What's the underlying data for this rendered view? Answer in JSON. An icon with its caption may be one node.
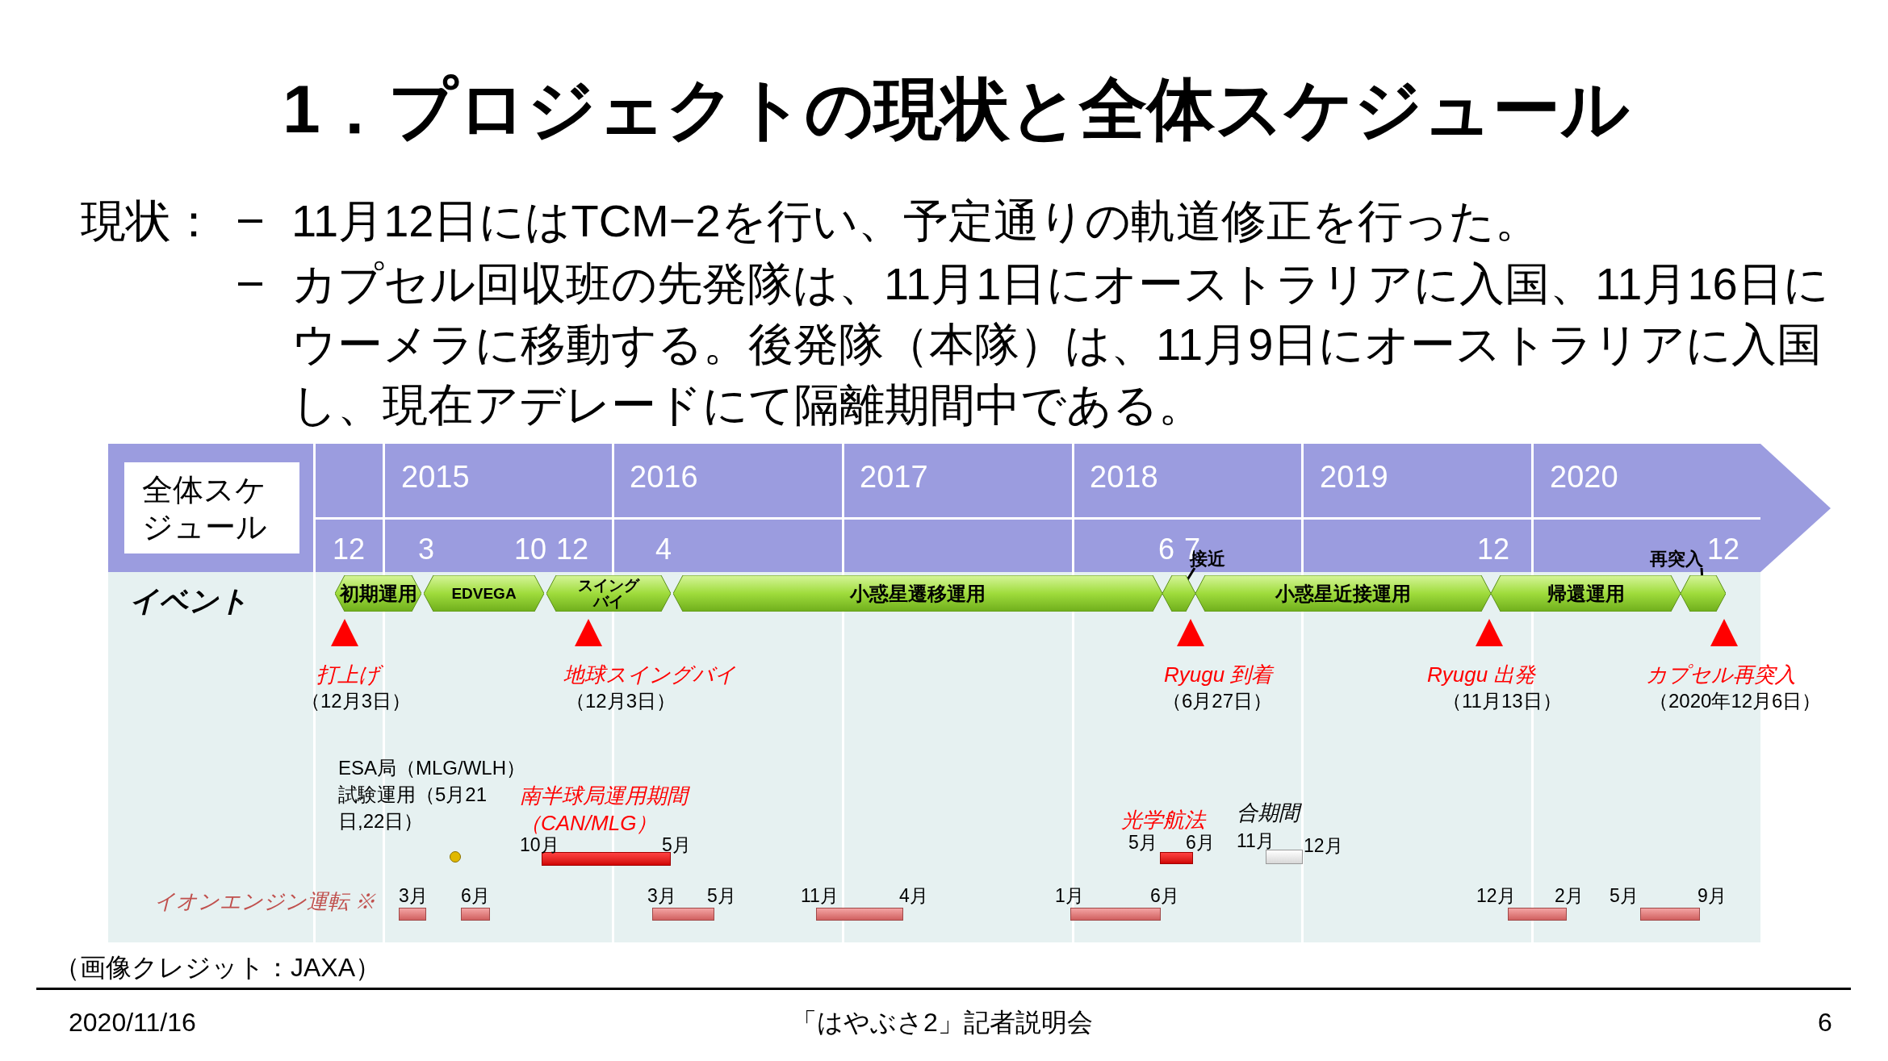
{
  "diagram": {
    "title": "1．プロジェクトの現状と全体スケジュール",
    "nodes": [
      {
        "text": [
          "全体スケジュール"
        ]
      },
      {
        "text": [
          "初期運用"
        ]
      },
      {
        "text": [
          "EDVEGA"
        ]
      },
      {
        "text": [
          "スイングバイ"
        ]
      },
      {
        "text": [
          "小惑星遷移運用"
        ]
      },
      {
        "text": [],
        "shape": "chevron"
      },
      {
        "text": [
          "小惑星近接運用"
        ]
      },
      {
        "text": [
          "帰還運用"
        ]
      },
      {
        "text": [],
        "shape": "chevron"
      },
      {
        "text": [
          "接近"
        ]
      },
      {
        "text": [
          "再突入"
        ]
      },
      {
        "text": [],
        "shape": "bar"
      },
      {
        "text": [],
        "shape": "bar"
      },
      {
        "text": [],
        "shape": "bar"
      },
      {
        "text": [],
        "shape": "bar"
      },
      {
        "text": [],
        "shape": "bar"
      },
      {
        "text": [],
        "shape": "bar"
      },
      {
        "text": [],
        "shape": "bar"
      },
      {
        "text": [],
        "shape": "bar"
      },
      {
        "text": [],
        "shape": "bar"
      },
      {
        "text": [],
        "shape": "bar"
      }
    ],
    "edges": [
      {
        "from": 9,
        "to": 5,
        "arrow": "none"
      },
      {
        "from": 10,
        "to": 8,
        "arrow": "none"
      }
    ],
    "labels": [
      "現状：",
      "11月12日にはTCM−2を行い、予定通りの軌道修正を行った。",
      "カプセル回収班の先発隊は、11月1日にオーストラリアに入国、11月16日にウーメラに移動する。後発隊（本隊）は、11月9日にオーストラリアに入国し、現在アデレードにて隔離期間中である。",
      "2015",
      "2016",
      "2017",
      "2018",
      "2019",
      "2020",
      "12",
      "3",
      "10",
      "12",
      "4",
      "6",
      "7",
      "12",
      "12",
      "イベント",
      "打上げ",
      "（12月3日）",
      "地球スイングバイ",
      "（12月3日）",
      "Ryugu 到着",
      "（6月27日）",
      "Ryugu 出発",
      "（11月13日）",
      "カプセル再突入",
      "（2020年12月6日）",
      "ESA局（MLG/WLH）試験運用（5月21日,22日）",
      "南半球局運用期間",
      "（CAN/MLG）",
      "10月",
      "5月",
      "光学航法",
      "5月",
      "6月",
      "合期間",
      "11月",
      "12月",
      "イオンエンジン運転 ※",
      "3月",
      "6月",
      "3月",
      "5月",
      "11月",
      "4月",
      "1月",
      "6月",
      "12月",
      "2月",
      "5月",
      "9月",
      "（画像クレジット：JAXA）",
      "2020/11/16",
      "「はやぶさ2」記者説明会",
      "6"
    ]
  }
}
